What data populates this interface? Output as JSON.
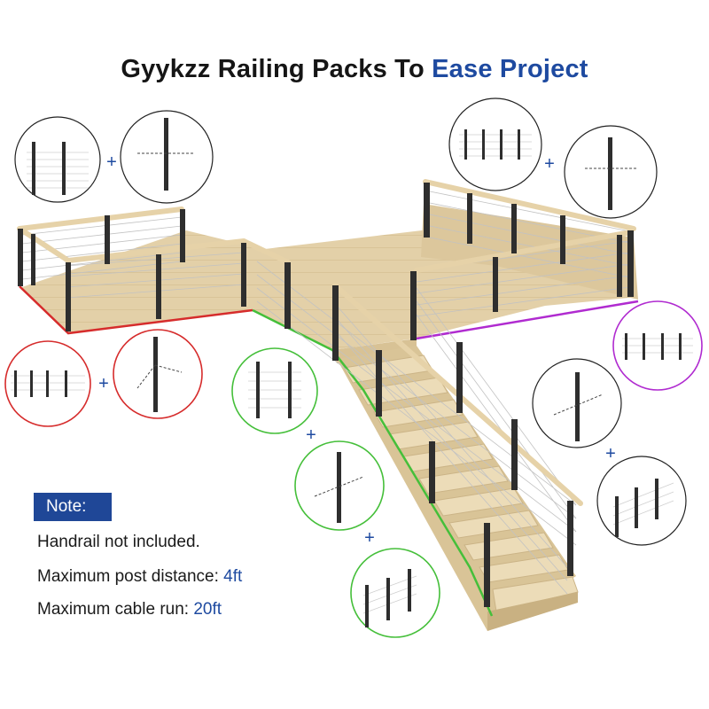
{
  "title": {
    "prefix": "Gyykzz Railing Packs To",
    "highlight": "Ease Project"
  },
  "colors": {
    "accent": "#1e4aa0",
    "note_badge": "#1f4797",
    "red_section": "#d62c2c",
    "green_section": "#45bf3a",
    "purple_section": "#b02bd0",
    "deck": "#e2cfa7",
    "handrail": "#e9d6ae",
    "post": "#2f2f2f",
    "cable": "#bdbdbd"
  },
  "plus_sign": "+",
  "note": {
    "badge": "Note:",
    "lines": [
      {
        "text": "Handrail not included.",
        "value": ""
      },
      {
        "text": "Maximum post distance: ",
        "value": "4ft"
      },
      {
        "text": "Maximum cable run: ",
        "value": "20ft"
      }
    ]
  }
}
